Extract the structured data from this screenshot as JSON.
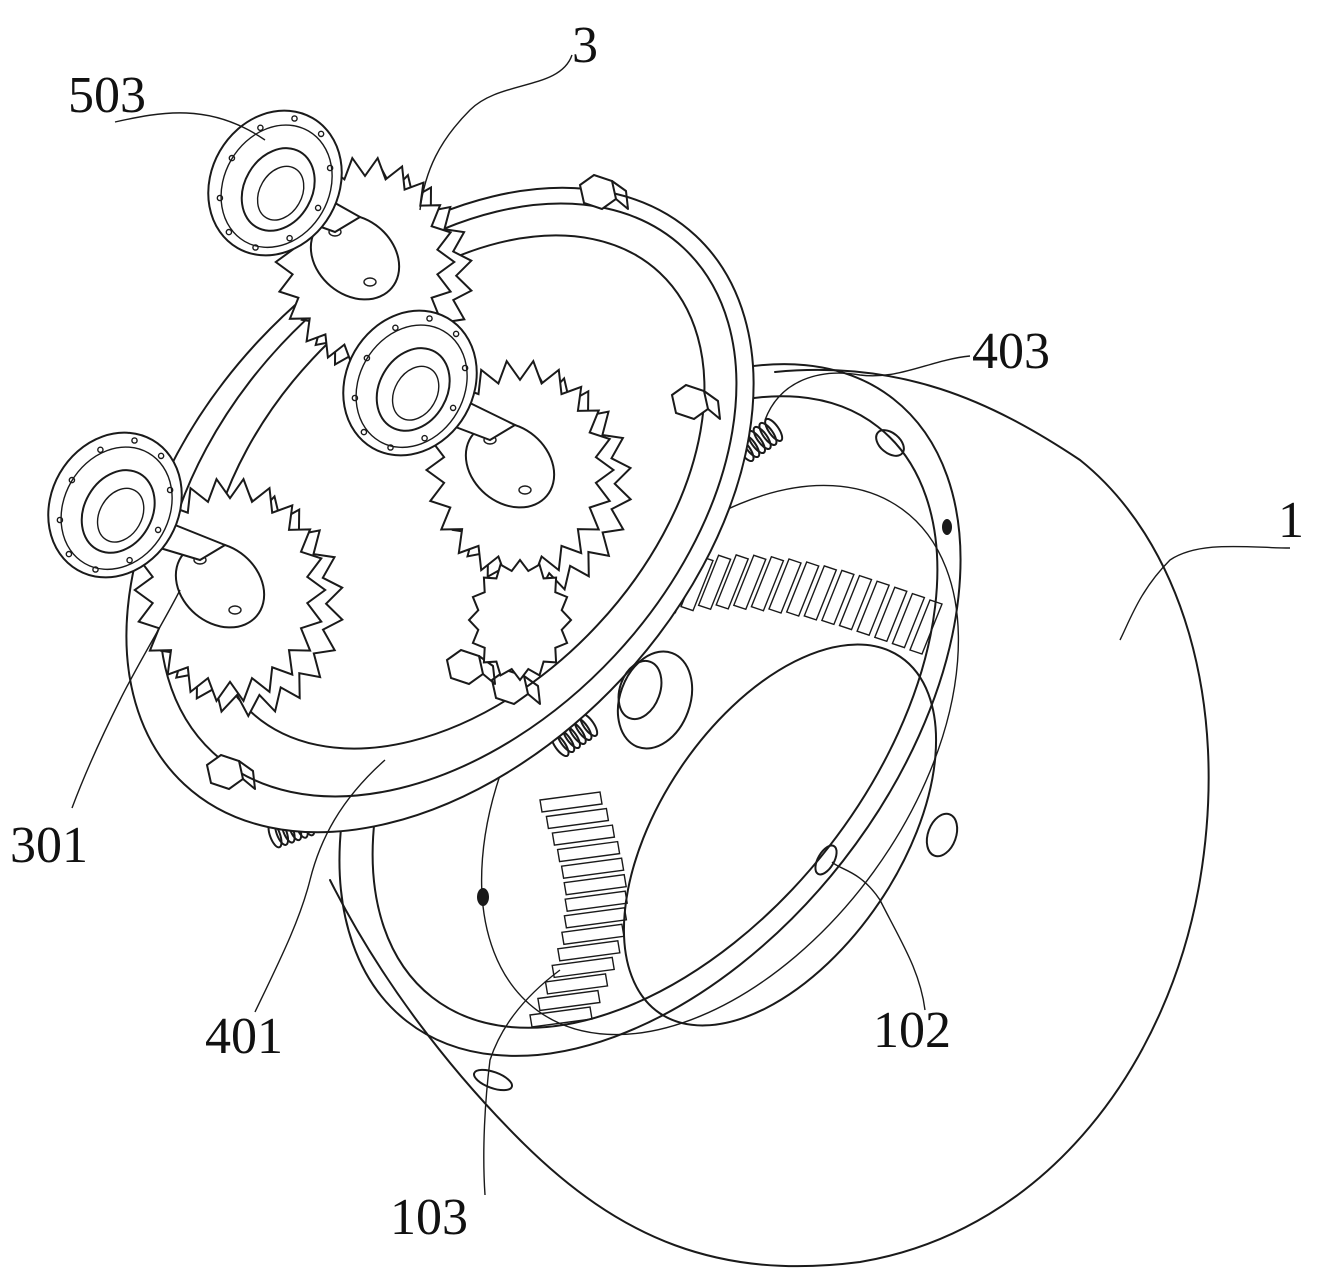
{
  "labels": {
    "l503": "503",
    "l3": "3",
    "l403": "403",
    "l1": "1",
    "l301": "301",
    "l401": "401",
    "l102": "102",
    "l103": "103"
  }
}
